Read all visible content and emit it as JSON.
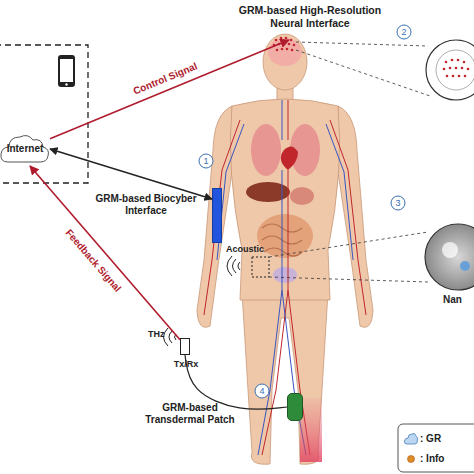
{
  "diagram": {
    "nodes": [
      {
        "text": [
          "GRM-based High-Resolution Neural Interface"
        ]
      },
      {
        "text": [
          "Internet"
        ]
      },
      {
        "text": [
          "GRM-based Biocyber Interface"
        ]
      },
      {
        "text": [
          "Tx/Rx"
        ]
      },
      {
        "text": [
          "GRM-based Transdermal Patch"
        ]
      }
    ],
    "edges": [
      {
        "from": 1,
        "to": 0,
        "arrow": "to",
        "label": "Control Signal"
      },
      {
        "from": 1,
        "to": 2,
        "arrow": "both"
      },
      {
        "from": 3,
        "to": 1,
        "arrow": "to",
        "label": "Feedback Signal"
      },
      {
        "from": 3,
        "to": 4,
        "arrow": "none"
      }
    ],
    "labels": [
      "2",
      "1",
      "3",
      "Acoustic",
      "Nan",
      "THz",
      "4"
    ],
    "legend": [
      {
        "text": ": GR"
      },
      {
        "text": ": Info"
      }
    ]
  }
}
